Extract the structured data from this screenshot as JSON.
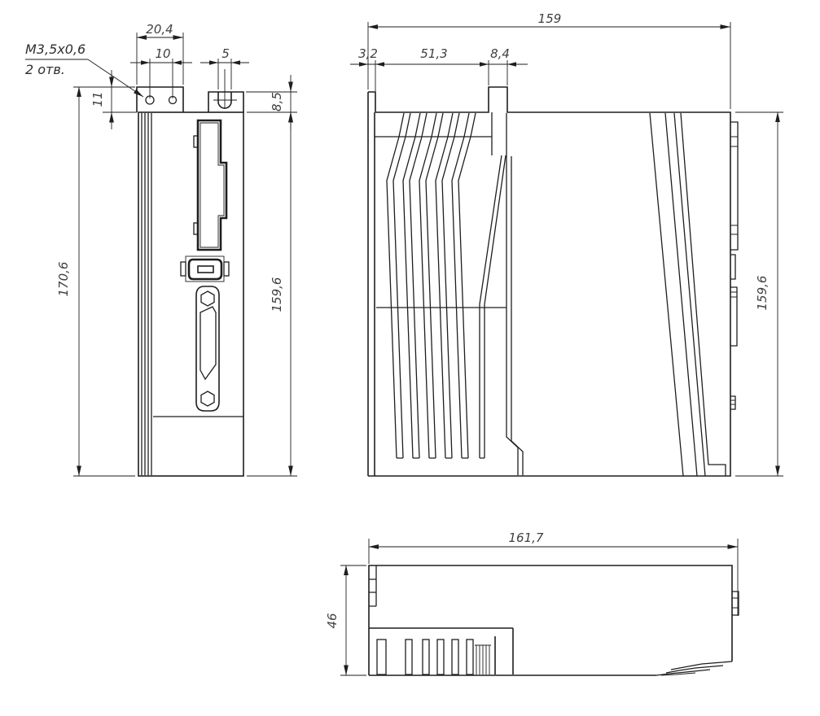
{
  "drawing": {
    "thread_note": {
      "line1": "М3,5х0,6",
      "line2": "2 отв."
    },
    "front": {
      "total_height": "170,6",
      "bracket_offset": "11",
      "bracket_width": "20,4",
      "hole_spacing": "10",
      "slot_width": "5",
      "tab_height": "8,5",
      "body_height": "159,6"
    },
    "side": {
      "overall_width": "159",
      "plate_thickness": "3,2",
      "fin_span": "51,3",
      "tab_width": "8,4",
      "body_height": "159,6"
    },
    "bottom": {
      "overall_width": "161,7",
      "depth": "46"
    },
    "colors": {
      "line": "#1e1e1e",
      "dim_text": "#3f3f3f",
      "background": "#ffffff"
    }
  }
}
